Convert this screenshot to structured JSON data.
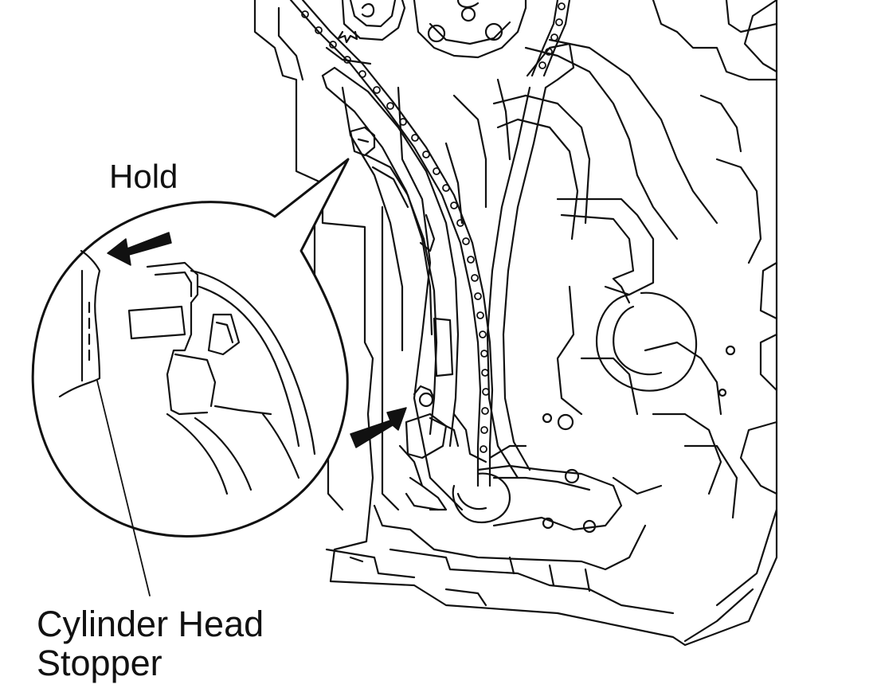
{
  "labels": {
    "hold": "Hold",
    "stopper_line1": "Cylinder Head",
    "stopper_line2": "Stopper"
  },
  "colors": {
    "ink": "#111111",
    "background": "#ffffff"
  }
}
